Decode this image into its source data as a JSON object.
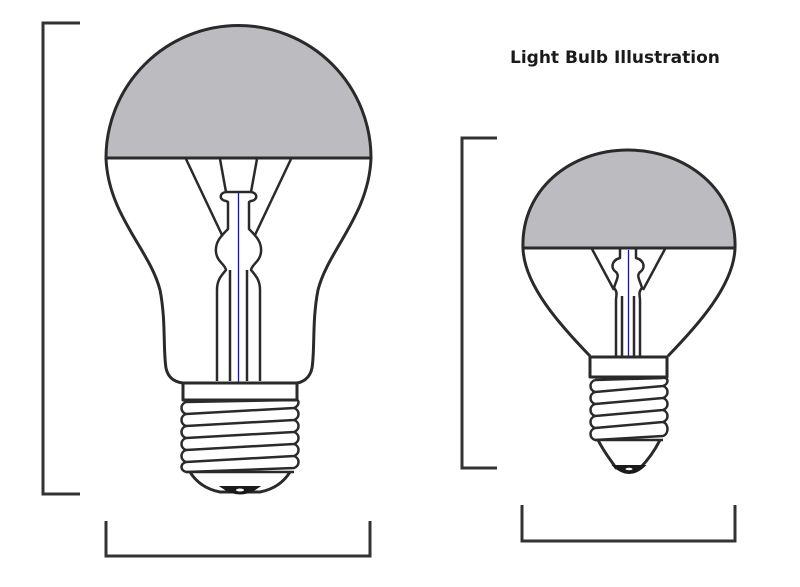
{
  "title": "Light Bulb Illustration",
  "colors": {
    "background": "#ffffff",
    "outline": "#2a2a2a",
    "mirror_cap": "#bcbcc0",
    "filament": "#1010cc",
    "base_tip": "#1a1a1a"
  },
  "figures": [
    {
      "name": "large-bulb",
      "type": "A-shape mirror-top bulb",
      "base": "E27-style screw"
    },
    {
      "name": "small-bulb",
      "type": "G-shape mirror-top bulb",
      "base": "E14-style screw"
    }
  ],
  "dimension_brackets": [
    {
      "name": "large-bulb-height-bracket",
      "orientation": "vertical"
    },
    {
      "name": "large-bulb-width-bracket",
      "orientation": "horizontal"
    },
    {
      "name": "small-bulb-height-bracket",
      "orientation": "vertical"
    },
    {
      "name": "small-bulb-width-bracket",
      "orientation": "horizontal"
    }
  ]
}
